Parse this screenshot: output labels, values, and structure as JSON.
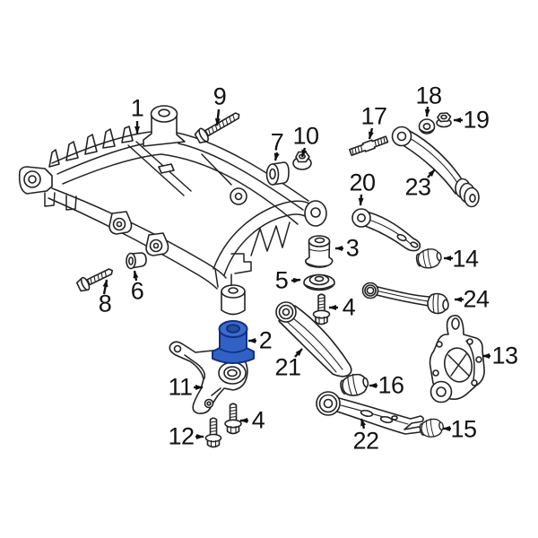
{
  "diagram": {
    "type": "exploded-parts-diagram",
    "subject": "rear-suspension-subframe-and-links",
    "background_color": "#ffffff",
    "line_color": "#222222",
    "highlight_color": "#3161c4",
    "highlight_stroke": "#10307e",
    "highlighted_callout": "2",
    "callouts": [
      {
        "num": "1",
        "part": "subframe-crossmember"
      },
      {
        "num": "2",
        "part": "subframe-mount-bushing-highlighted"
      },
      {
        "num": "3",
        "part": "mount-bushing"
      },
      {
        "num": "4",
        "part": "mount-bolt-upper"
      },
      {
        "num": "4",
        "part": "mount-bolt-lower"
      },
      {
        "num": "5",
        "part": "mount-washer"
      },
      {
        "num": "6",
        "part": "spacer-sleeve"
      },
      {
        "num": "7",
        "part": "bushing-sleeve"
      },
      {
        "num": "8",
        "part": "flange-bolt"
      },
      {
        "num": "9",
        "part": "long-flange-bolt"
      },
      {
        "num": "10",
        "part": "flange-nut"
      },
      {
        "num": "11",
        "part": "support-bracket"
      },
      {
        "num": "12",
        "part": "bracket-bolt"
      },
      {
        "num": "13",
        "part": "knuckle"
      },
      {
        "num": "14",
        "part": "link-bushing"
      },
      {
        "num": "15",
        "part": "arm-bushing"
      },
      {
        "num": "16",
        "part": "trailing-arm-bushing"
      },
      {
        "num": "17",
        "part": "stud-bolt"
      },
      {
        "num": "18",
        "part": "washer"
      },
      {
        "num": "19",
        "part": "lock-nut"
      },
      {
        "num": "20",
        "part": "upper-control-arm"
      },
      {
        "num": "21",
        "part": "trailing-arm"
      },
      {
        "num": "22",
        "part": "lower-control-arm"
      },
      {
        "num": "23",
        "part": "toe-link"
      },
      {
        "num": "24",
        "part": "upper-link"
      }
    ]
  }
}
